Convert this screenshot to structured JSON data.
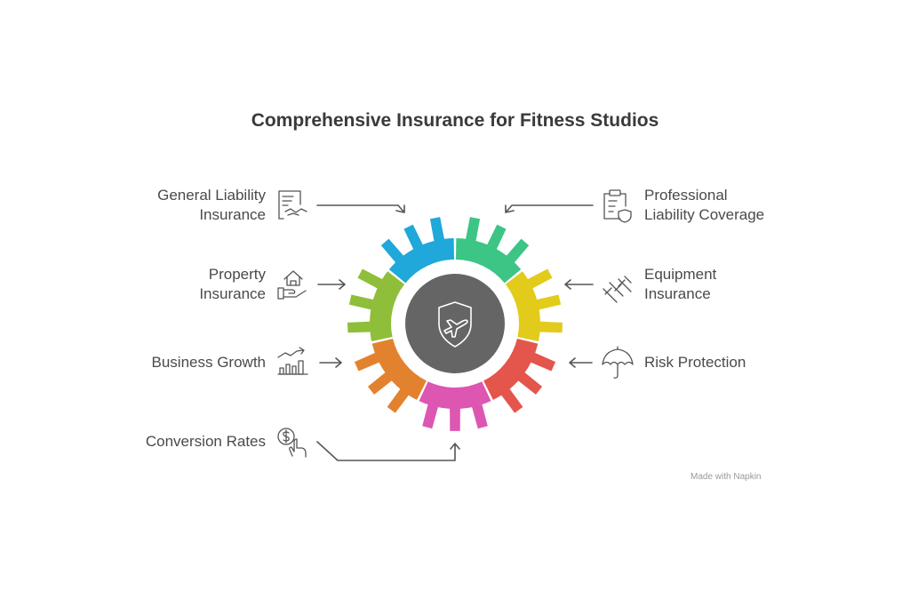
{
  "title": "Comprehensive Insurance for Fitness Studios",
  "center_icon": "shield-airplane-icon",
  "items": [
    {
      "label": "General Liability Insurance",
      "line1": "General Liability",
      "line2": "Insurance",
      "icon": "contract-handshake-icon",
      "side": "left"
    },
    {
      "label": "Professional Liability Coverage",
      "line1": "Professional",
      "line2": "Liability Coverage",
      "icon": "clipboard-shield-icon",
      "side": "right"
    },
    {
      "label": "Property Insurance",
      "line1": "Property",
      "line2": "Insurance",
      "icon": "house-in-hand-icon",
      "side": "left"
    },
    {
      "label": "Equipment Insurance",
      "line1": "Equipment",
      "line2": "Insurance",
      "icon": "dumbbell-icon",
      "side": "right"
    },
    {
      "label": "Business Growth",
      "line1": "Business Growth",
      "icon": "growth-chart-icon",
      "side": "left"
    },
    {
      "label": "Risk Protection",
      "line1": "Risk Protection",
      "icon": "umbrella-icon",
      "side": "right"
    },
    {
      "label": "Conversion Rates",
      "line1": "Conversion Rates",
      "icon": "dollar-click-icon",
      "side": "left"
    }
  ],
  "gear_colors": [
    "#1fa8d9",
    "#3cc585",
    "#e2cb1a",
    "#e4554c",
    "#dd56b2",
    "#e3822e",
    "#8fbe3b"
  ],
  "center_color": "#656565",
  "watermark": "Made with Napkin"
}
